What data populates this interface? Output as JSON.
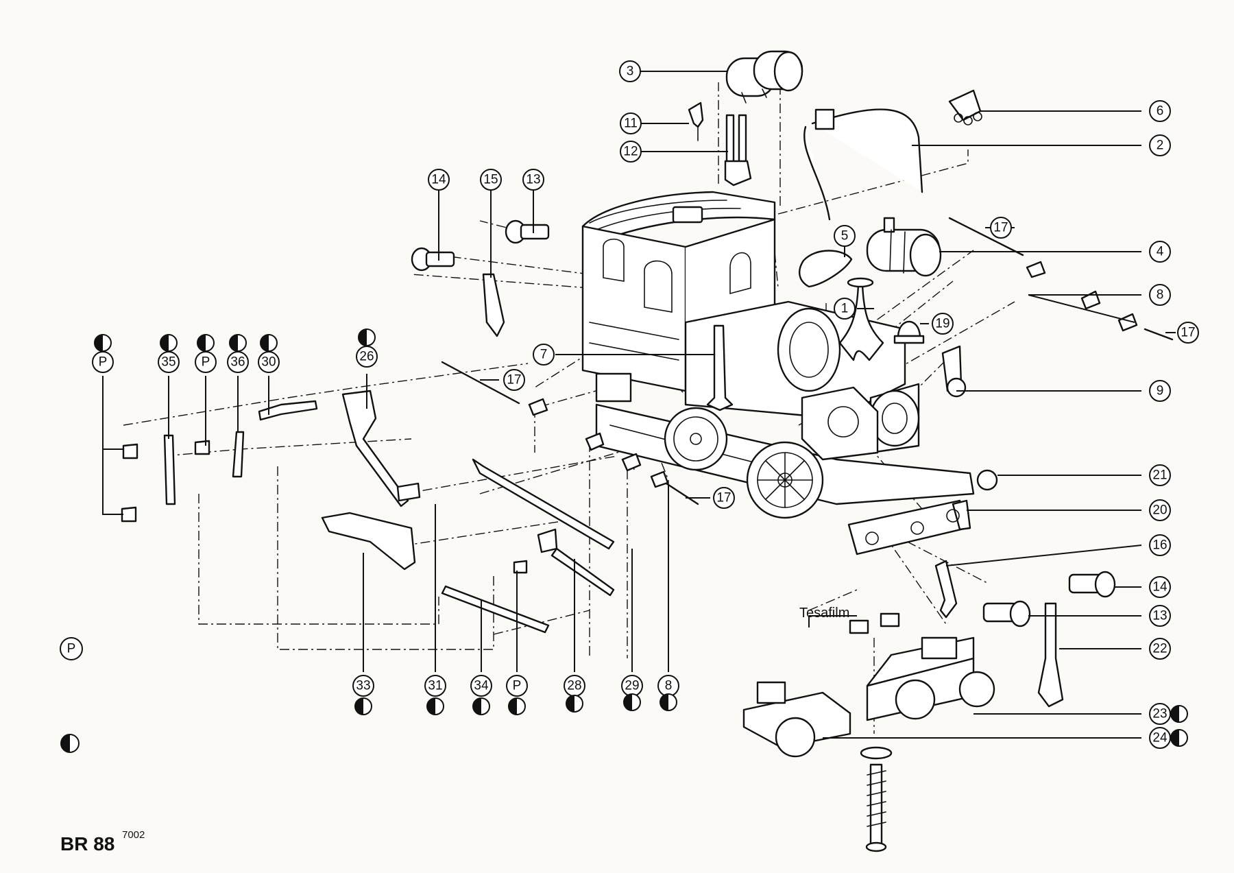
{
  "title": {
    "text": "BR 88",
    "superscript": "7002"
  },
  "tape_label": "Tesafilm",
  "legend": {
    "p_symbol": "P",
    "half_symbol": "half-filled-circle-icon"
  },
  "callouts": [
    {
      "id": "c3",
      "label": "3"
    },
    {
      "id": "c11",
      "label": "11"
    },
    {
      "id": "c12",
      "label": "12"
    },
    {
      "id": "c6",
      "label": "6"
    },
    {
      "id": "c2",
      "label": "2"
    },
    {
      "id": "c14a",
      "label": "14"
    },
    {
      "id": "c15",
      "label": "15"
    },
    {
      "id": "c13a",
      "label": "13"
    },
    {
      "id": "c5",
      "label": "5"
    },
    {
      "id": "c17a",
      "label": "17"
    },
    {
      "id": "c4",
      "label": "4"
    },
    {
      "id": "c8a",
      "label": "8"
    },
    {
      "id": "c1",
      "label": "1"
    },
    {
      "id": "c19",
      "label": "19"
    },
    {
      "id": "c17b",
      "label": "17"
    },
    {
      "id": "c7",
      "label": "7"
    },
    {
      "id": "c17c",
      "label": "17"
    },
    {
      "id": "c9",
      "label": "9"
    },
    {
      "id": "c26",
      "label": "26"
    },
    {
      "id": "cP1",
      "label": "P"
    },
    {
      "id": "c35",
      "label": "35"
    },
    {
      "id": "cP2",
      "label": "P"
    },
    {
      "id": "c36",
      "label": "36"
    },
    {
      "id": "c30",
      "label": "30"
    },
    {
      "id": "c21",
      "label": "21"
    },
    {
      "id": "c17d",
      "label": "17"
    },
    {
      "id": "c20",
      "label": "20"
    },
    {
      "id": "c16",
      "label": "16"
    },
    {
      "id": "c14b",
      "label": "14"
    },
    {
      "id": "c13b",
      "label": "13"
    },
    {
      "id": "c22",
      "label": "22"
    },
    {
      "id": "c23",
      "label": "23"
    },
    {
      "id": "c24",
      "label": "24"
    },
    {
      "id": "c33",
      "label": "33"
    },
    {
      "id": "c31",
      "label": "31"
    },
    {
      "id": "c34",
      "label": "34"
    },
    {
      "id": "cP3",
      "label": "P"
    },
    {
      "id": "c28",
      "label": "28"
    },
    {
      "id": "c29",
      "label": "29"
    },
    {
      "id": "c8b",
      "label": "8"
    }
  ]
}
